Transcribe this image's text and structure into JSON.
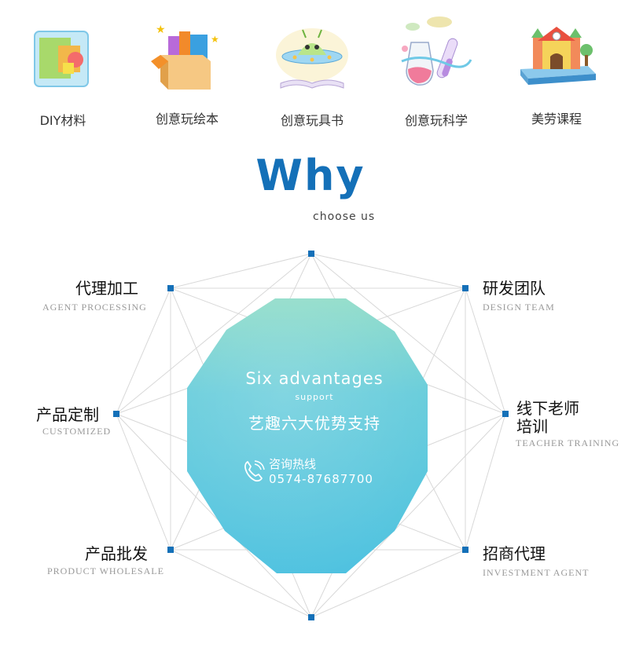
{
  "categories": [
    {
      "label": "DIY材料",
      "icon": "diy-materials-icon"
    },
    {
      "label": "创意玩绘本",
      "icon": "books-box-icon"
    },
    {
      "label": "创意玩具书",
      "icon": "ufo-book-icon"
    },
    {
      "label": "创意玩科学",
      "icon": "science-flask-icon"
    },
    {
      "label": "美劳课程",
      "icon": "castle-book-icon"
    }
  ],
  "section": {
    "title": "Why",
    "subtitle": "choose us"
  },
  "center": {
    "title": "Six advantages",
    "support": "support",
    "slogan": "艺趣六大优势支持",
    "hotline_label": "咨询热线",
    "phone": "0574-87687700",
    "phone_icon": "phone-icon"
  },
  "advantages": [
    {
      "title": "代理加工",
      "subtitle": "AGENT PROCESSING"
    },
    {
      "title": "研发团队",
      "subtitle": "DESIGN TEAM"
    },
    {
      "title": "产品定制",
      "subtitle": "CUSTOMIZED"
    },
    {
      "title_line1": "线下老师",
      "title_line2": "培训",
      "subtitle": "TEACHER TRAINING"
    },
    {
      "title": "产品批发",
      "subtitle": "PRODUCT WHOLESALE"
    },
    {
      "title": "招商代理",
      "subtitle": "INVESTMENT AGENT"
    }
  ],
  "colors": {
    "accent": "#1470b8",
    "octagon_top": "#8fdcc8",
    "octagon_bottom": "#4fc2e0",
    "node_marker": "#1470b8",
    "web_lines": "#d8d8d8"
  }
}
